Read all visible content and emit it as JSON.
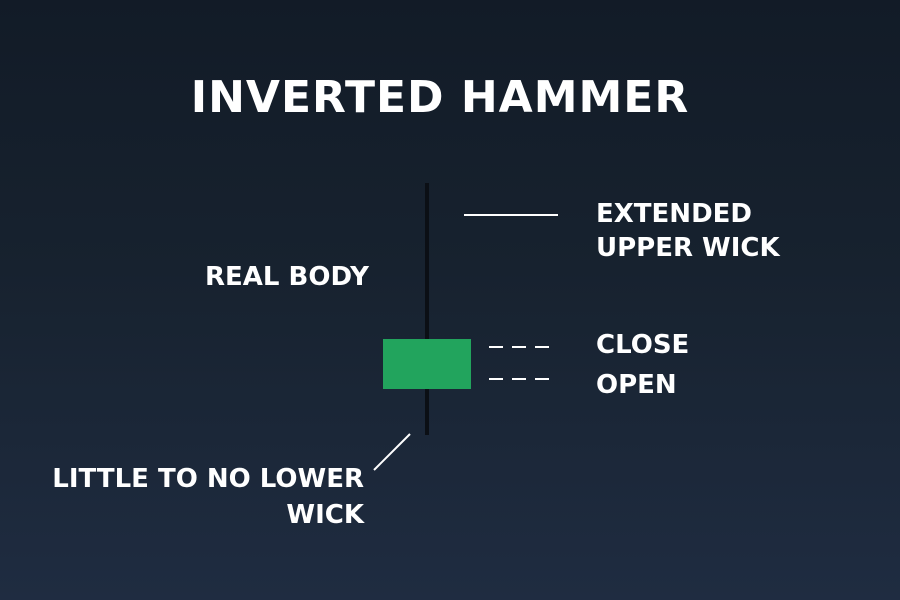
{
  "title": "INVERTED HAMMER",
  "labels": {
    "real_body": "REAL BODY",
    "upper_wick_line1": "EXTENDED",
    "upper_wick_line2": "UPPER WICK",
    "close": "CLOSE",
    "open": "OPEN",
    "lower_wick_line1": "LITTLE TO NO LOWER",
    "lower_wick_line2": "WICK"
  },
  "colors": {
    "body": "#22a45d",
    "wick": "#0b0f15",
    "leader": "#ffffff"
  }
}
